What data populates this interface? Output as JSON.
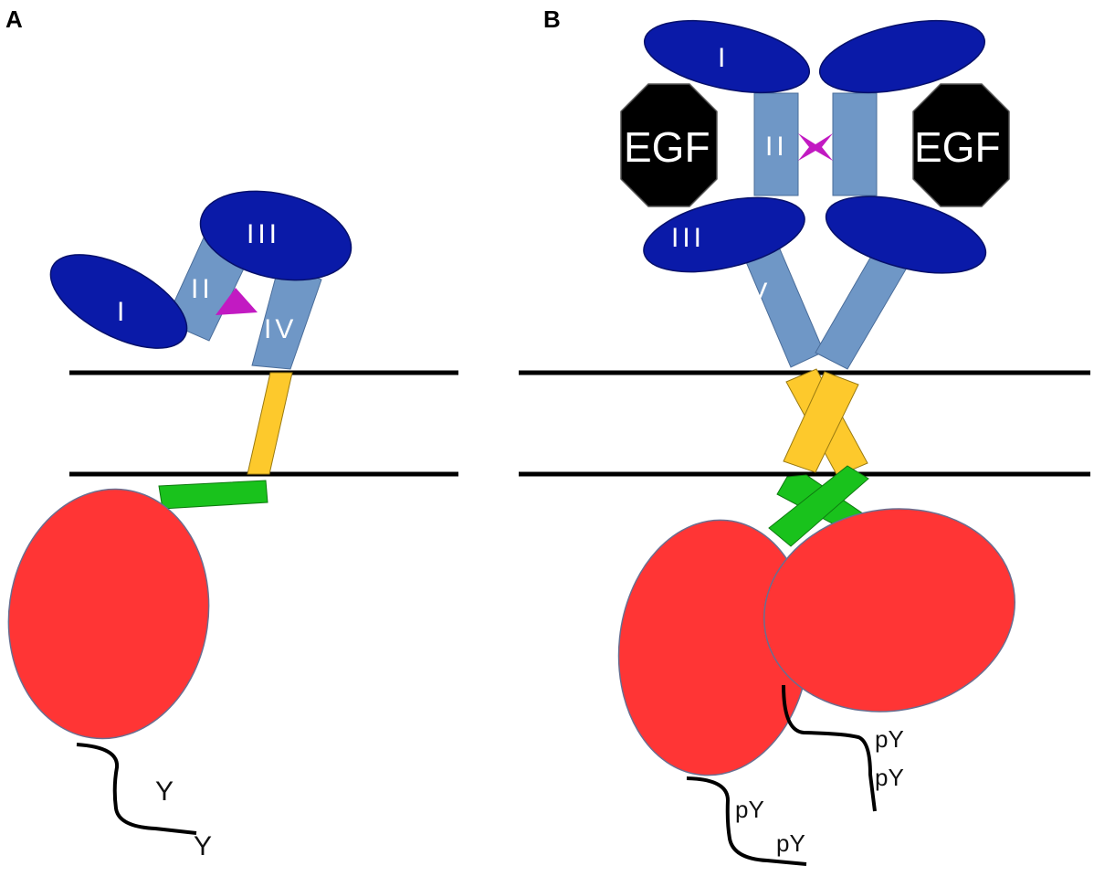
{
  "panels": {
    "a": {
      "letter": "A",
      "domain_labels": {
        "d1": "I",
        "d2": "II",
        "d3": "III",
        "d4": "IV"
      },
      "tail_labels": [
        "Y",
        "Y"
      ]
    },
    "b": {
      "letter": "B",
      "domain_labels": {
        "d1": "I",
        "d2": "II",
        "d3": "III",
        "d4": "IV"
      },
      "ligand_labels": [
        "EGF",
        "EGF"
      ],
      "tail_labels_left": [
        "pY",
        "pY"
      ],
      "tail_labels_right": [
        "pY",
        "pY"
      ]
    }
  },
  "colors": {
    "domain_dark": "#0a1aa8",
    "domain_light": "#6f97c6",
    "transmembrane": "#fdc92c",
    "juxtamembrane": "#19c21c",
    "kinase": "#ff3535",
    "tether": "#c21ac2",
    "ligand": "#000000",
    "membrane": "#000000"
  }
}
